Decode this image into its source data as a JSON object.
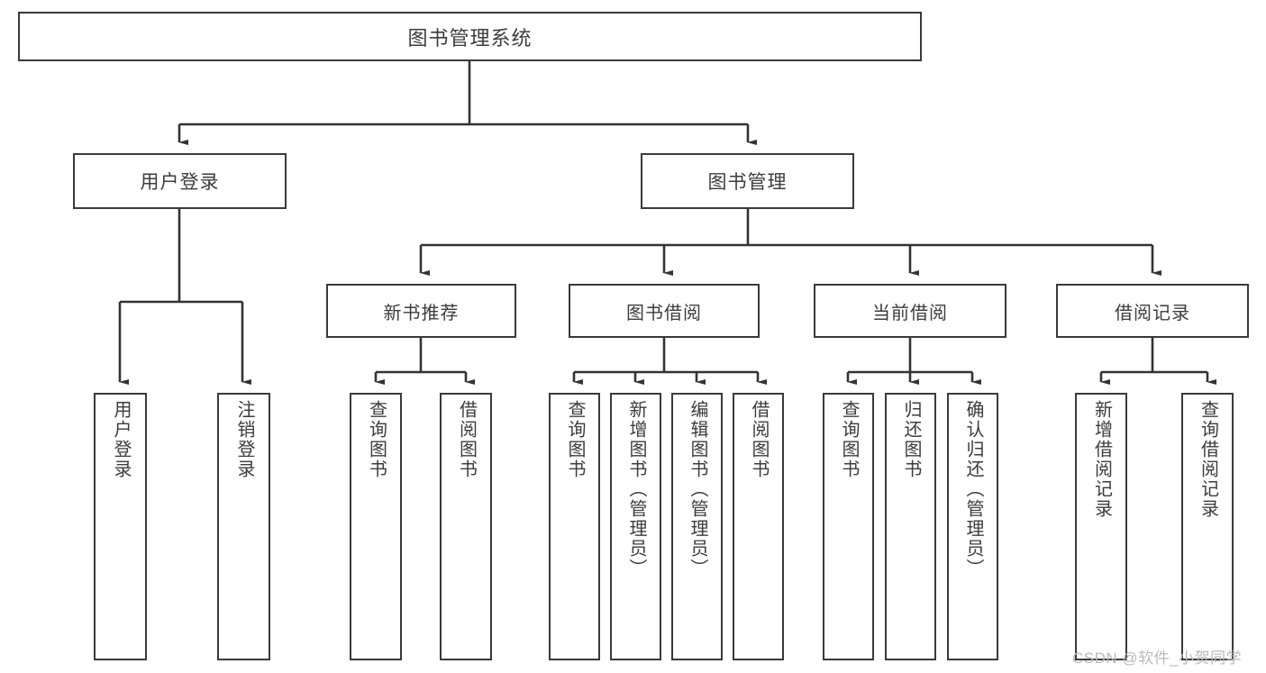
{
  "diagram": {
    "title": "图书管理系统",
    "type": "tree-hierarchy",
    "colors": {
      "box_border": "#3a3a3a",
      "box_fill": "#ffffff",
      "text": "#3c3c3c",
      "connector": "#333333",
      "watermark": "#b9b9b9"
    },
    "root": {
      "label": "图书管理系统"
    },
    "level2": [
      {
        "label": "用户登录"
      },
      {
        "label": "图书管理"
      }
    ],
    "level3": [
      {
        "label": "新书推荐"
      },
      {
        "label": "图书借阅"
      },
      {
        "label": "当前借阅"
      },
      {
        "label": "借阅记录"
      }
    ],
    "leaves": {
      "user_login": [
        {
          "label": "用户登录"
        },
        {
          "label": "注销登录"
        }
      ],
      "new_book_recommend": [
        {
          "label": "查询图书"
        },
        {
          "label": "借阅图书"
        }
      ],
      "book_borrow": [
        {
          "label": "查询图书"
        },
        {
          "label": "新增图书（管理员）"
        },
        {
          "label": "编辑图书（管理员）"
        },
        {
          "label": "借阅图书"
        }
      ],
      "current_borrow": [
        {
          "label": "查询图书"
        },
        {
          "label": "归还图书"
        },
        {
          "label": "确认归还（管理员）"
        }
      ],
      "borrow_records": [
        {
          "label": "新增借阅记录"
        },
        {
          "label": "查询借阅记录"
        }
      ]
    }
  },
  "watermark": {
    "text": "CSDN @软件_小贺同学"
  }
}
